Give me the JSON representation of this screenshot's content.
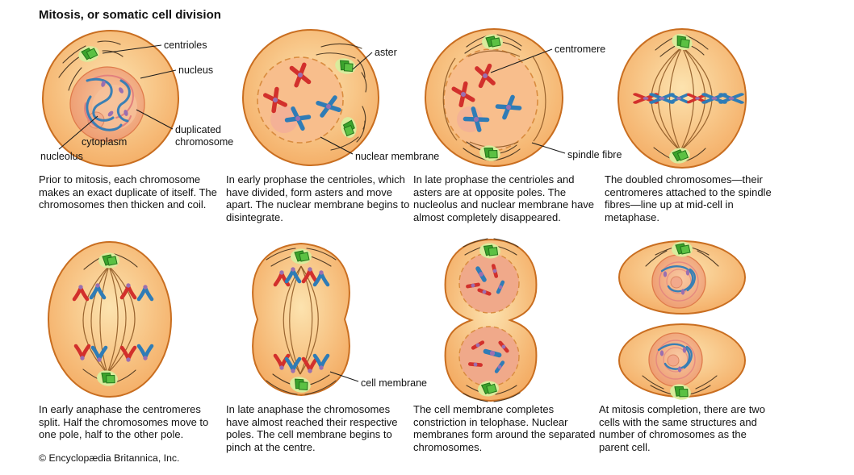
{
  "title": "Mitosis, or somatic cell division",
  "copyright": "© Encyclopædia Britannica, Inc.",
  "labels": {
    "centrioles": "centrioles",
    "nucleus": "nucleus",
    "duplicated_chromosome": "duplicated chromosome",
    "cytoplasm": "cytoplasm",
    "nucleolus": "nucleolus",
    "aster": "aster",
    "nuclear_membrane": "nuclear membrane",
    "centromere": "centromere",
    "spindle_fibre": "spindle fibre",
    "cell_membrane": "cell membrane"
  },
  "captions": [
    "Prior to mitosis, each chromosome makes an exact duplicate of itself. The chromosomes then thicken and coil.",
    "In early prophase the centrioles, which have divided, form asters and move apart. The nuclear membrane begins to disintegrate.",
    "In late prophase the centrioles and asters are at opposite poles. The nucleolus and nuclear membrane have almost completely disappeared.",
    "The doubled chromosomes—their centromeres attached to the spindle fibres—line up at mid-cell in metaphase.",
    "In early anaphase the centromeres split. Half the chromosomes move to one pole, half to the other pole.",
    "In late anaphase the chromosomes have almost reached their respective poles. The cell membrane begins to pinch at the centre.",
    "The cell membrane completes constriction in telophase. Nuclear membranes form around the separated chromosomes.",
    "At mitosis completion, there are two cells with the same structures and number of chromosomes as the parent cell."
  ],
  "colors": {
    "background": "#FFFFFF",
    "cell_fill": "#F2A155",
    "cell_light": "#FCE3AF",
    "cell_border": "#C96E20",
    "nucleus_fill": "#EC9468",
    "nucleus_border": "#DF7B4B",
    "nuclear_membrane_dash": "#D98C3F",
    "chromosome_red": "#D2302C",
    "chromosome_blue": "#2F7CB6",
    "centromere_purple": "#9A6FB0",
    "centriole_green": "#3BA32C",
    "centriole_halo": "#D9EC9C",
    "spindle_fibre": "#8A5420",
    "aster_line": "#4F3A23",
    "label_line": "#1A1A1A",
    "text": "#111111"
  }
}
